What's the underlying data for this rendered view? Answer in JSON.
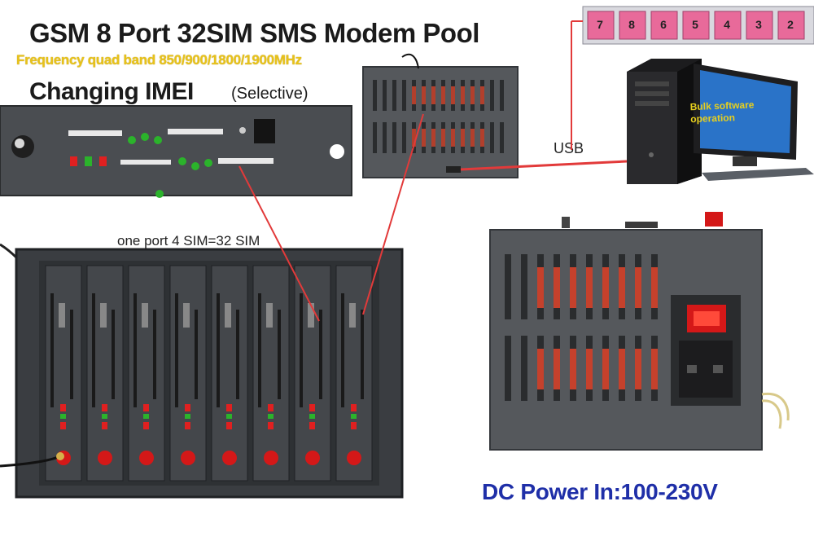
{
  "labels": {
    "title": "GSM 8 Port 32SIM SMS Modem Pool",
    "subtitle": "Frequency quad band 850/900/1800/1900MHz",
    "imei": "Changing IMEI",
    "imei_note": "(Selective)",
    "port_note": "one port 4 SIM=32 SIM",
    "usb": "USB",
    "power": "DC Power In:100-230V",
    "screen_text": "Bulk software operation"
  },
  "keyboard_keys": [
    "7",
    "8",
    "6",
    "5",
    "4",
    "3",
    "2"
  ],
  "slot_count": 8,
  "colors": {
    "device_body": "#55585c",
    "device_dark": "#2a2c2e",
    "vent_red": "#e0452c",
    "led_red": "#e02020",
    "led_green": "#2bb32b",
    "button_red": "#d41818",
    "cable_red": "#e23a3a",
    "power_text": "#1f2fa8",
    "subtitle_yellow": "#e8c21a",
    "monitor_blue": "#2a73c8",
    "keyboard_pink": "#e86a9a"
  }
}
